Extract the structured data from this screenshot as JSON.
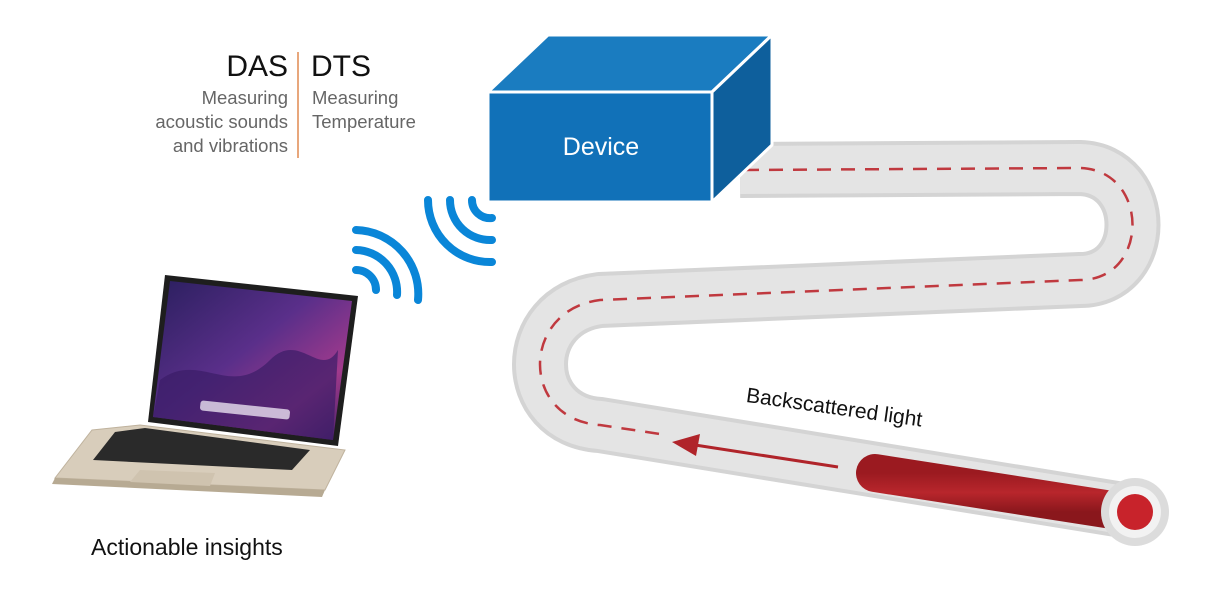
{
  "das": {
    "title": "DAS",
    "description": "Measuring\nacoustic sounds\nand vibrations"
  },
  "dts": {
    "title": "DTS",
    "description": "Measuring\nTemperature"
  },
  "device": {
    "label": "Device"
  },
  "fiber": {
    "label": "Backscattered light"
  },
  "laptop": {
    "caption": "Actionable insights"
  },
  "colors": {
    "device_blue": "#1171b8",
    "signal_blue": "#0a86d8",
    "fiber_gray": "#e0e0e0",
    "fiber_red": "#b0242a",
    "divider_orange": "#e8a77c"
  },
  "icons": {
    "wifi_1": "wireless-signal-icon",
    "wifi_2": "wireless-signal-icon",
    "laptop": "laptop-icon",
    "arrow": "arrow-left-icon"
  }
}
